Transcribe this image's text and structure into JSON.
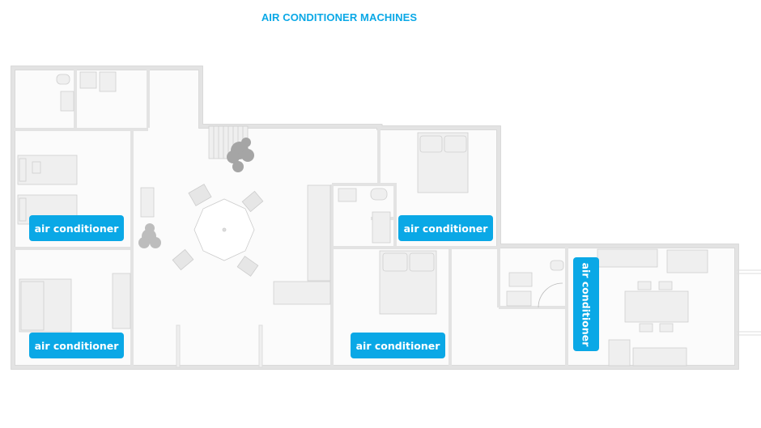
{
  "title": "AIR CONDITIONER MACHINES",
  "colors": {
    "accent": "#0aa8e6",
    "wall": "#e6e6e6",
    "wall_stroke": "#d6d6d6",
    "floor": "#fbfbfb",
    "furniture": "#eeeeee",
    "furniture_stroke": "#cfcfcf",
    "plant": "#9a9a9a"
  },
  "labels": [
    {
      "id": "bedroom-1",
      "text": "air conditioner",
      "orientation": "horizontal"
    },
    {
      "id": "bedroom-2",
      "text": "air conditioner",
      "orientation": "horizontal"
    },
    {
      "id": "master-bedroom",
      "text": "air conditioner",
      "orientation": "horizontal"
    },
    {
      "id": "guest-bedroom",
      "text": "air conditioner",
      "orientation": "horizontal"
    },
    {
      "id": "kitchen-dining",
      "text": "air conditioner",
      "orientation": "vertical"
    }
  ],
  "icons": {
    "bed": "bed-icon",
    "toilet": "toilet-icon",
    "sink": "sink-icon",
    "dining_table": "dining-table-icon",
    "plant": "plant-icon",
    "stairs": "stairs-icon",
    "umbrella": "patio-umbrella-icon"
  }
}
